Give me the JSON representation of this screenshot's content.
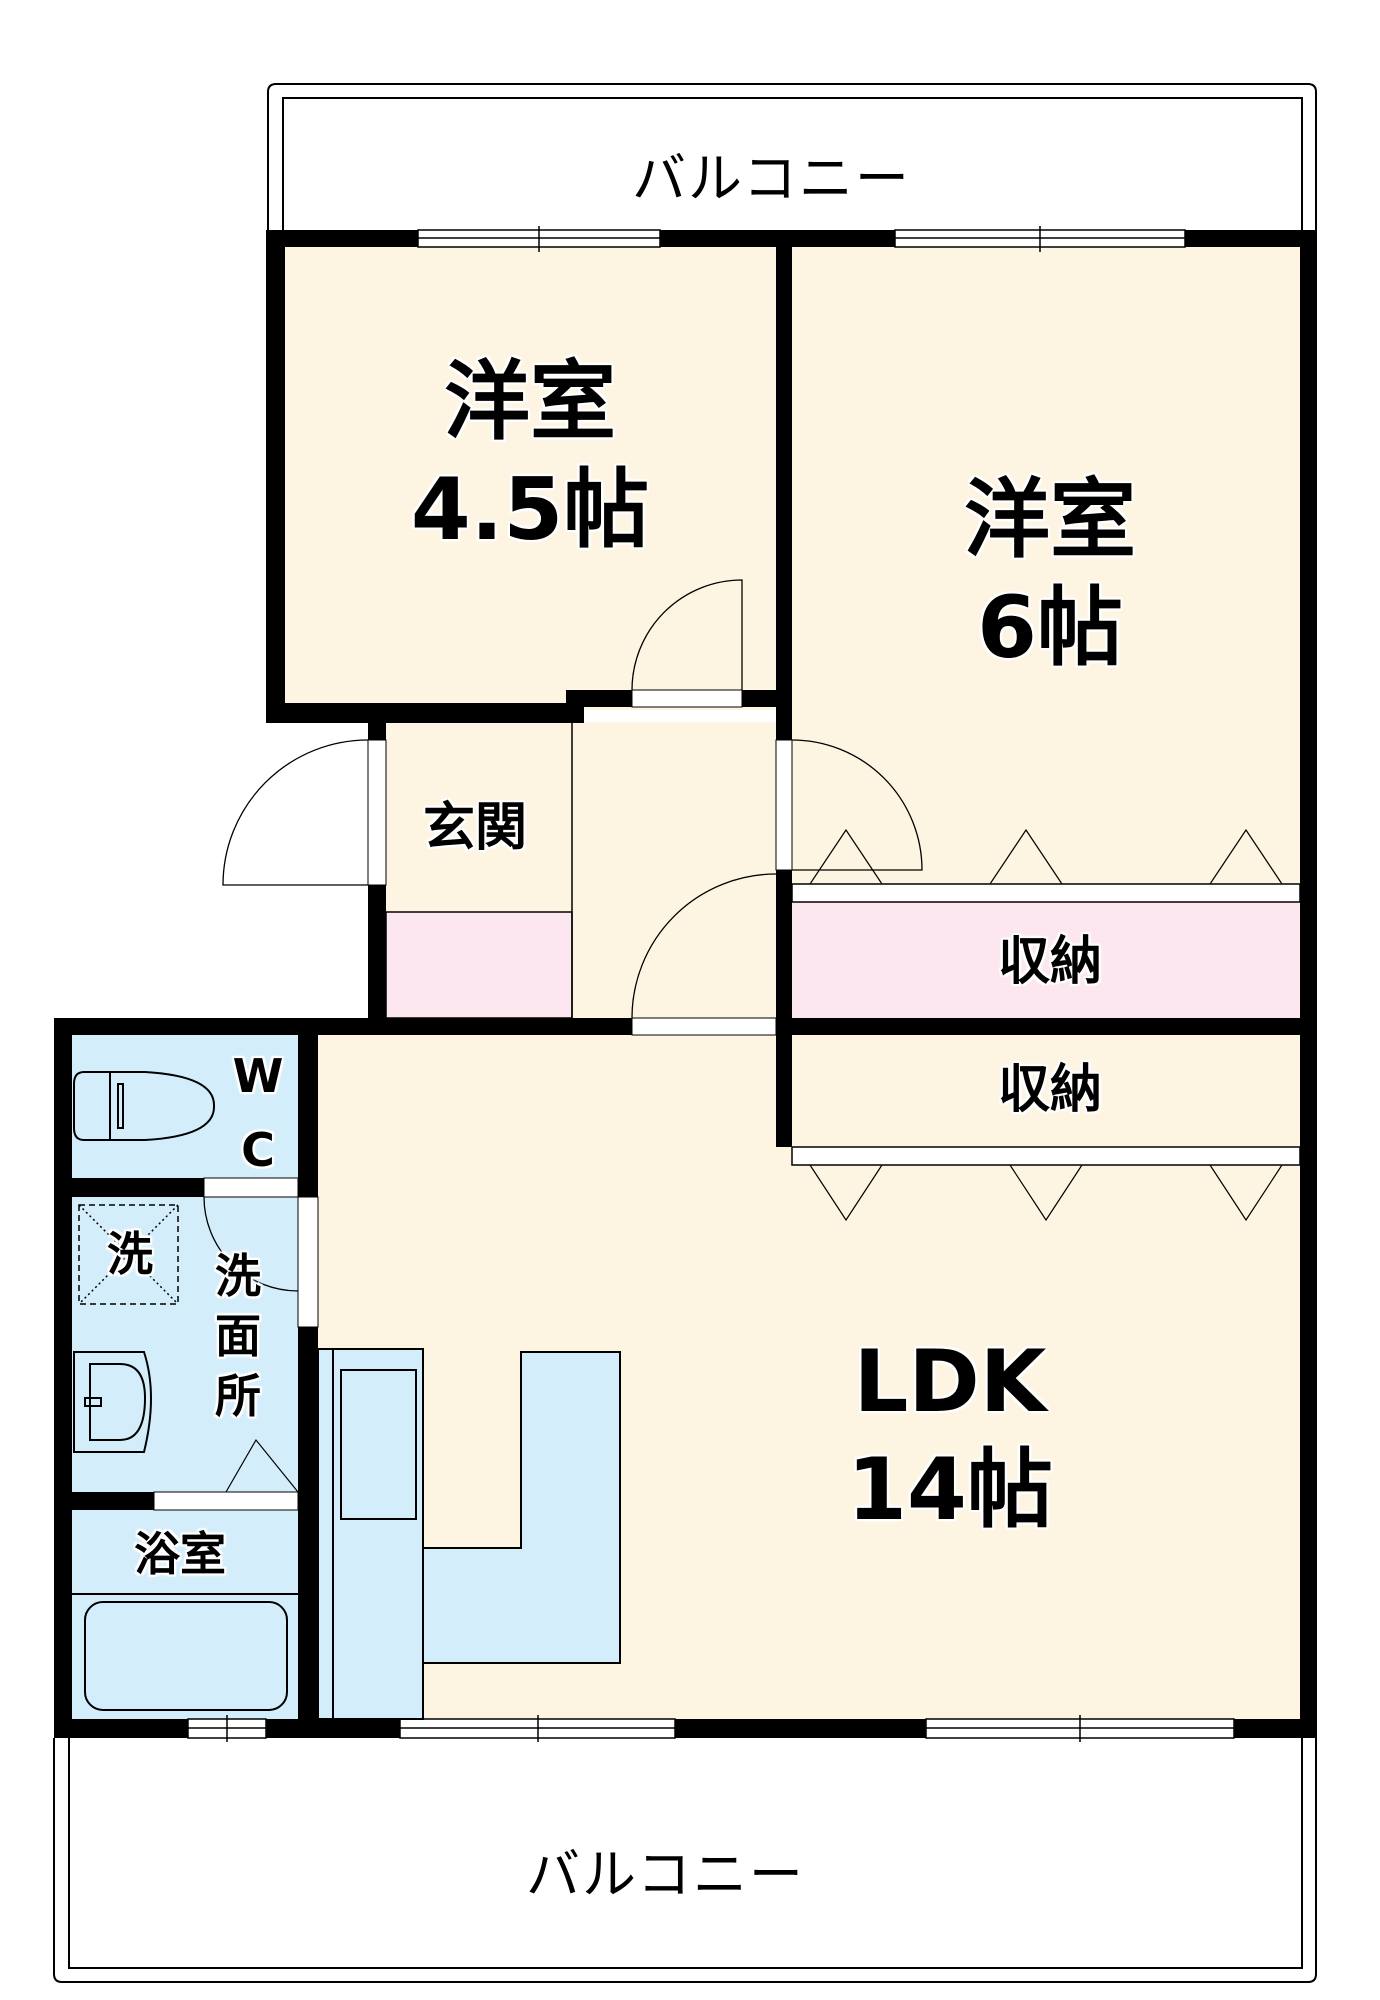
{
  "floorplan": {
    "balcony_top": {
      "label": "バルコニー"
    },
    "balcony_bottom": {
      "label": "バルコニー"
    },
    "room_western_a": {
      "name": "洋室",
      "size": "4.5帖"
    },
    "room_western_b": {
      "name": "洋室",
      "size": "6帖"
    },
    "entrance": {
      "label": "玄関"
    },
    "storage_upper": {
      "label": "収納"
    },
    "storage_lower": {
      "label": "収納"
    },
    "wc": {
      "line1": "W",
      "line2": "C"
    },
    "washer": {
      "label": "洗"
    },
    "washroom": {
      "line1": "洗",
      "line2": "面",
      "line3": "所"
    },
    "bathroom": {
      "label": "浴室"
    },
    "ldk": {
      "name": "LDK",
      "size": "14帖"
    }
  },
  "colors": {
    "room": "#FDF5E2",
    "storage": "#FCE6F0",
    "wet": "#D3EEFA",
    "wall": "#000000"
  }
}
